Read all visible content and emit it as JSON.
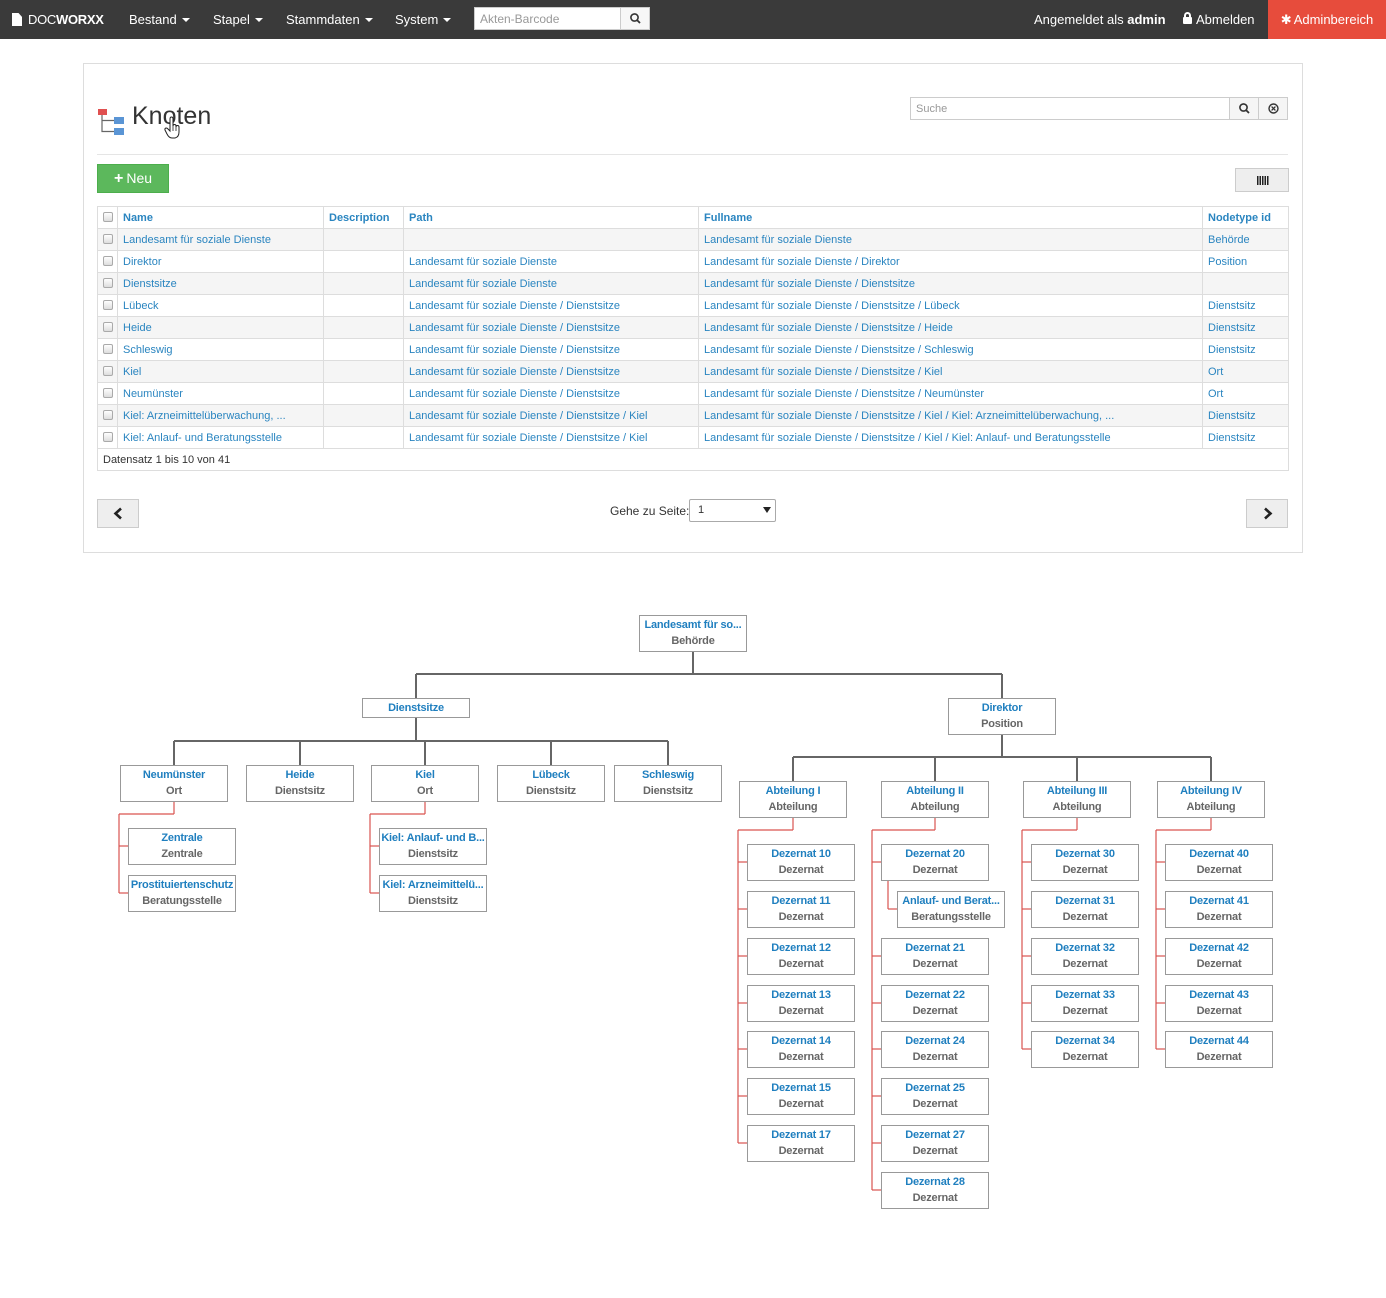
{
  "navbar": {
    "brand_a": "DOC",
    "brand_b": "WORXX",
    "menus": [
      "Bestand",
      "Stapel",
      "Stammdaten",
      "System"
    ],
    "barcode_placeholder": "Akten-Barcode",
    "logged_in_prefix": "Angemeldet als",
    "user": "admin",
    "logout": "Abmelden",
    "admin_area": "Adminbereich"
  },
  "page": {
    "title": "Knoten",
    "search_placeholder": "Suche",
    "new_button": "Neu"
  },
  "table": {
    "headers": [
      "Name",
      "Description",
      "Path",
      "Fullname",
      "Nodetype id"
    ],
    "rows": [
      [
        "Landesamt für soziale Dienste",
        "",
        "",
        "Landesamt für soziale Dienste",
        "Behörde"
      ],
      [
        "Direktor",
        "",
        "Landesamt für soziale Dienste",
        "Landesamt für soziale Dienste / Direktor",
        "Position"
      ],
      [
        "Dienstsitze",
        "",
        "Landesamt für soziale Dienste",
        "Landesamt für soziale Dienste / Dienstsitze",
        ""
      ],
      [
        "Lübeck",
        "",
        "Landesamt für soziale Dienste / Dienstsitze",
        "Landesamt für soziale Dienste / Dienstsitze / Lübeck",
        "Dienstsitz"
      ],
      [
        "Heide",
        "",
        "Landesamt für soziale Dienste / Dienstsitze",
        "Landesamt für soziale Dienste / Dienstsitze / Heide",
        "Dienstsitz"
      ],
      [
        "Schleswig",
        "",
        "Landesamt für soziale Dienste / Dienstsitze",
        "Landesamt für soziale Dienste / Dienstsitze / Schleswig",
        "Dienstsitz"
      ],
      [
        "Kiel",
        "",
        "Landesamt für soziale Dienste / Dienstsitze",
        "Landesamt für soziale Dienste / Dienstsitze / Kiel",
        "Ort"
      ],
      [
        "Neumünster",
        "",
        "Landesamt für soziale Dienste / Dienstsitze",
        "Landesamt für soziale Dienste / Dienstsitze / Neumünster",
        "Ort"
      ],
      [
        "Kiel: Arzneimittelüberwachung, ...",
        "",
        "Landesamt für soziale Dienste / Dienstsitze / Kiel",
        "Landesamt für soziale Dienste / Dienstsitze / Kiel / Kiel: Arzneimittelüberwachung, ...",
        "Dienstsitz"
      ],
      [
        "Kiel: Anlauf- und Beratungsstelle",
        "",
        "Landesamt für soziale Dienste / Dienstsitze / Kiel",
        "Landesamt für soziale Dienste / Dienstsitze / Kiel / Kiel: Anlauf- und Beratungsstelle",
        "Dienstsitz"
      ]
    ],
    "footer": "Datensatz 1 bis 10 von 41"
  },
  "pagination": {
    "goto_label": "Gehe zu Seite:",
    "current_page": "1"
  },
  "org_nodes": [
    {
      "name": "Landesamt für so...",
      "type": "Behörde"
    },
    {
      "name": "Dienstsitze",
      "type": ""
    },
    {
      "name": "Direktor",
      "type": "Position"
    },
    {
      "name": "Neumünster",
      "type": "Ort"
    },
    {
      "name": "Heide",
      "type": "Dienstsitz"
    },
    {
      "name": "Kiel",
      "type": "Ort"
    },
    {
      "name": "Lübeck",
      "type": "Dienstsitz"
    },
    {
      "name": "Schleswig",
      "type": "Dienstsitz"
    },
    {
      "name": "Zentrale",
      "type": "Zentrale"
    },
    {
      "name": "Prostituiertenschutz",
      "type": "Beratungsstelle"
    },
    {
      "name": "Kiel: Anlauf- und B...",
      "type": "Dienstsitz"
    },
    {
      "name": "Kiel: Arzneimittelü...",
      "type": "Dienstsitz"
    },
    {
      "name": "Abteilung I",
      "type": "Abteilung"
    },
    {
      "name": "Abteilung II",
      "type": "Abteilung"
    },
    {
      "name": "Abteilung III",
      "type": "Abteilung"
    },
    {
      "name": "Abteilung IV",
      "type": "Abteilung"
    },
    {
      "name": "Dezernat 10",
      "type": "Dezernat"
    },
    {
      "name": "Dezernat 11",
      "type": "Dezernat"
    },
    {
      "name": "Dezernat 12",
      "type": "Dezernat"
    },
    {
      "name": "Dezernat 13",
      "type": "Dezernat"
    },
    {
      "name": "Dezernat 14",
      "type": "Dezernat"
    },
    {
      "name": "Dezernat 15",
      "type": "Dezernat"
    },
    {
      "name": "Dezernat 17",
      "type": "Dezernat"
    },
    {
      "name": "Dezernat 20",
      "type": "Dezernat"
    },
    {
      "name": "Anlauf- und Berat...",
      "type": "Beratungsstelle"
    },
    {
      "name": "Dezernat 21",
      "type": "Dezernat"
    },
    {
      "name": "Dezernat 22",
      "type": "Dezernat"
    },
    {
      "name": "Dezernat 24",
      "type": "Dezernat"
    },
    {
      "name": "Dezernat 25",
      "type": "Dezernat"
    },
    {
      "name": "Dezernat 27",
      "type": "Dezernat"
    },
    {
      "name": "Dezernat 28",
      "type": "Dezernat"
    },
    {
      "name": "Dezernat 30",
      "type": "Dezernat"
    },
    {
      "name": "Dezernat 31",
      "type": "Dezernat"
    },
    {
      "name": "Dezernat 32",
      "type": "Dezernat"
    },
    {
      "name": "Dezernat 33",
      "type": "Dezernat"
    },
    {
      "name": "Dezernat 34",
      "type": "Dezernat"
    },
    {
      "name": "Dezernat 40",
      "type": "Dezernat"
    },
    {
      "name": "Dezernat 41",
      "type": "Dezernat"
    },
    {
      "name": "Dezernat 42",
      "type": "Dezernat"
    },
    {
      "name": "Dezernat 43",
      "type": "Dezernat"
    },
    {
      "name": "Dezernat 44",
      "type": "Dezernat"
    }
  ],
  "colors": {
    "navbar": "#3a3a3a",
    "admin": "#e74c3c",
    "success": "#5cb85c",
    "link": "#2a85c0",
    "tree_line": "#666666",
    "tree_line_child": "#d9534f"
  }
}
